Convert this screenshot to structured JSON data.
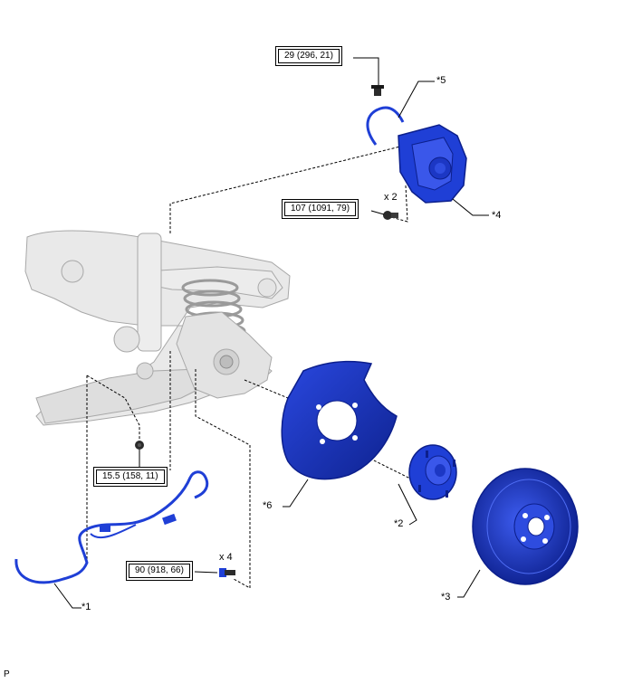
{
  "torque_specs": [
    {
      "id": "tq-caliper-bolt",
      "text": "29 (296, 21)"
    },
    {
      "id": "tq-bracket-bolt",
      "text": "107 (1091, 79)"
    },
    {
      "id": "tq-sensor-bolt",
      "text": "15.5 (158, 11)"
    },
    {
      "id": "tq-hub-bolt",
      "text": "90 (918, 66)"
    }
  ],
  "quantities": {
    "bracket_bolt": "x 2",
    "hub_bolt": "x 4"
  },
  "callouts": {
    "c1": "*1",
    "c2": "*2",
    "c3": "*3",
    "c4": "*4",
    "c5": "*5",
    "c6": "*6"
  },
  "corner_code": "P",
  "colors": {
    "part_blue": "#1f3fd6",
    "part_blue_dark": "#0c1f8c",
    "chassis_gray": "#e6e6e6",
    "chassis_line": "#a8a8a8"
  }
}
